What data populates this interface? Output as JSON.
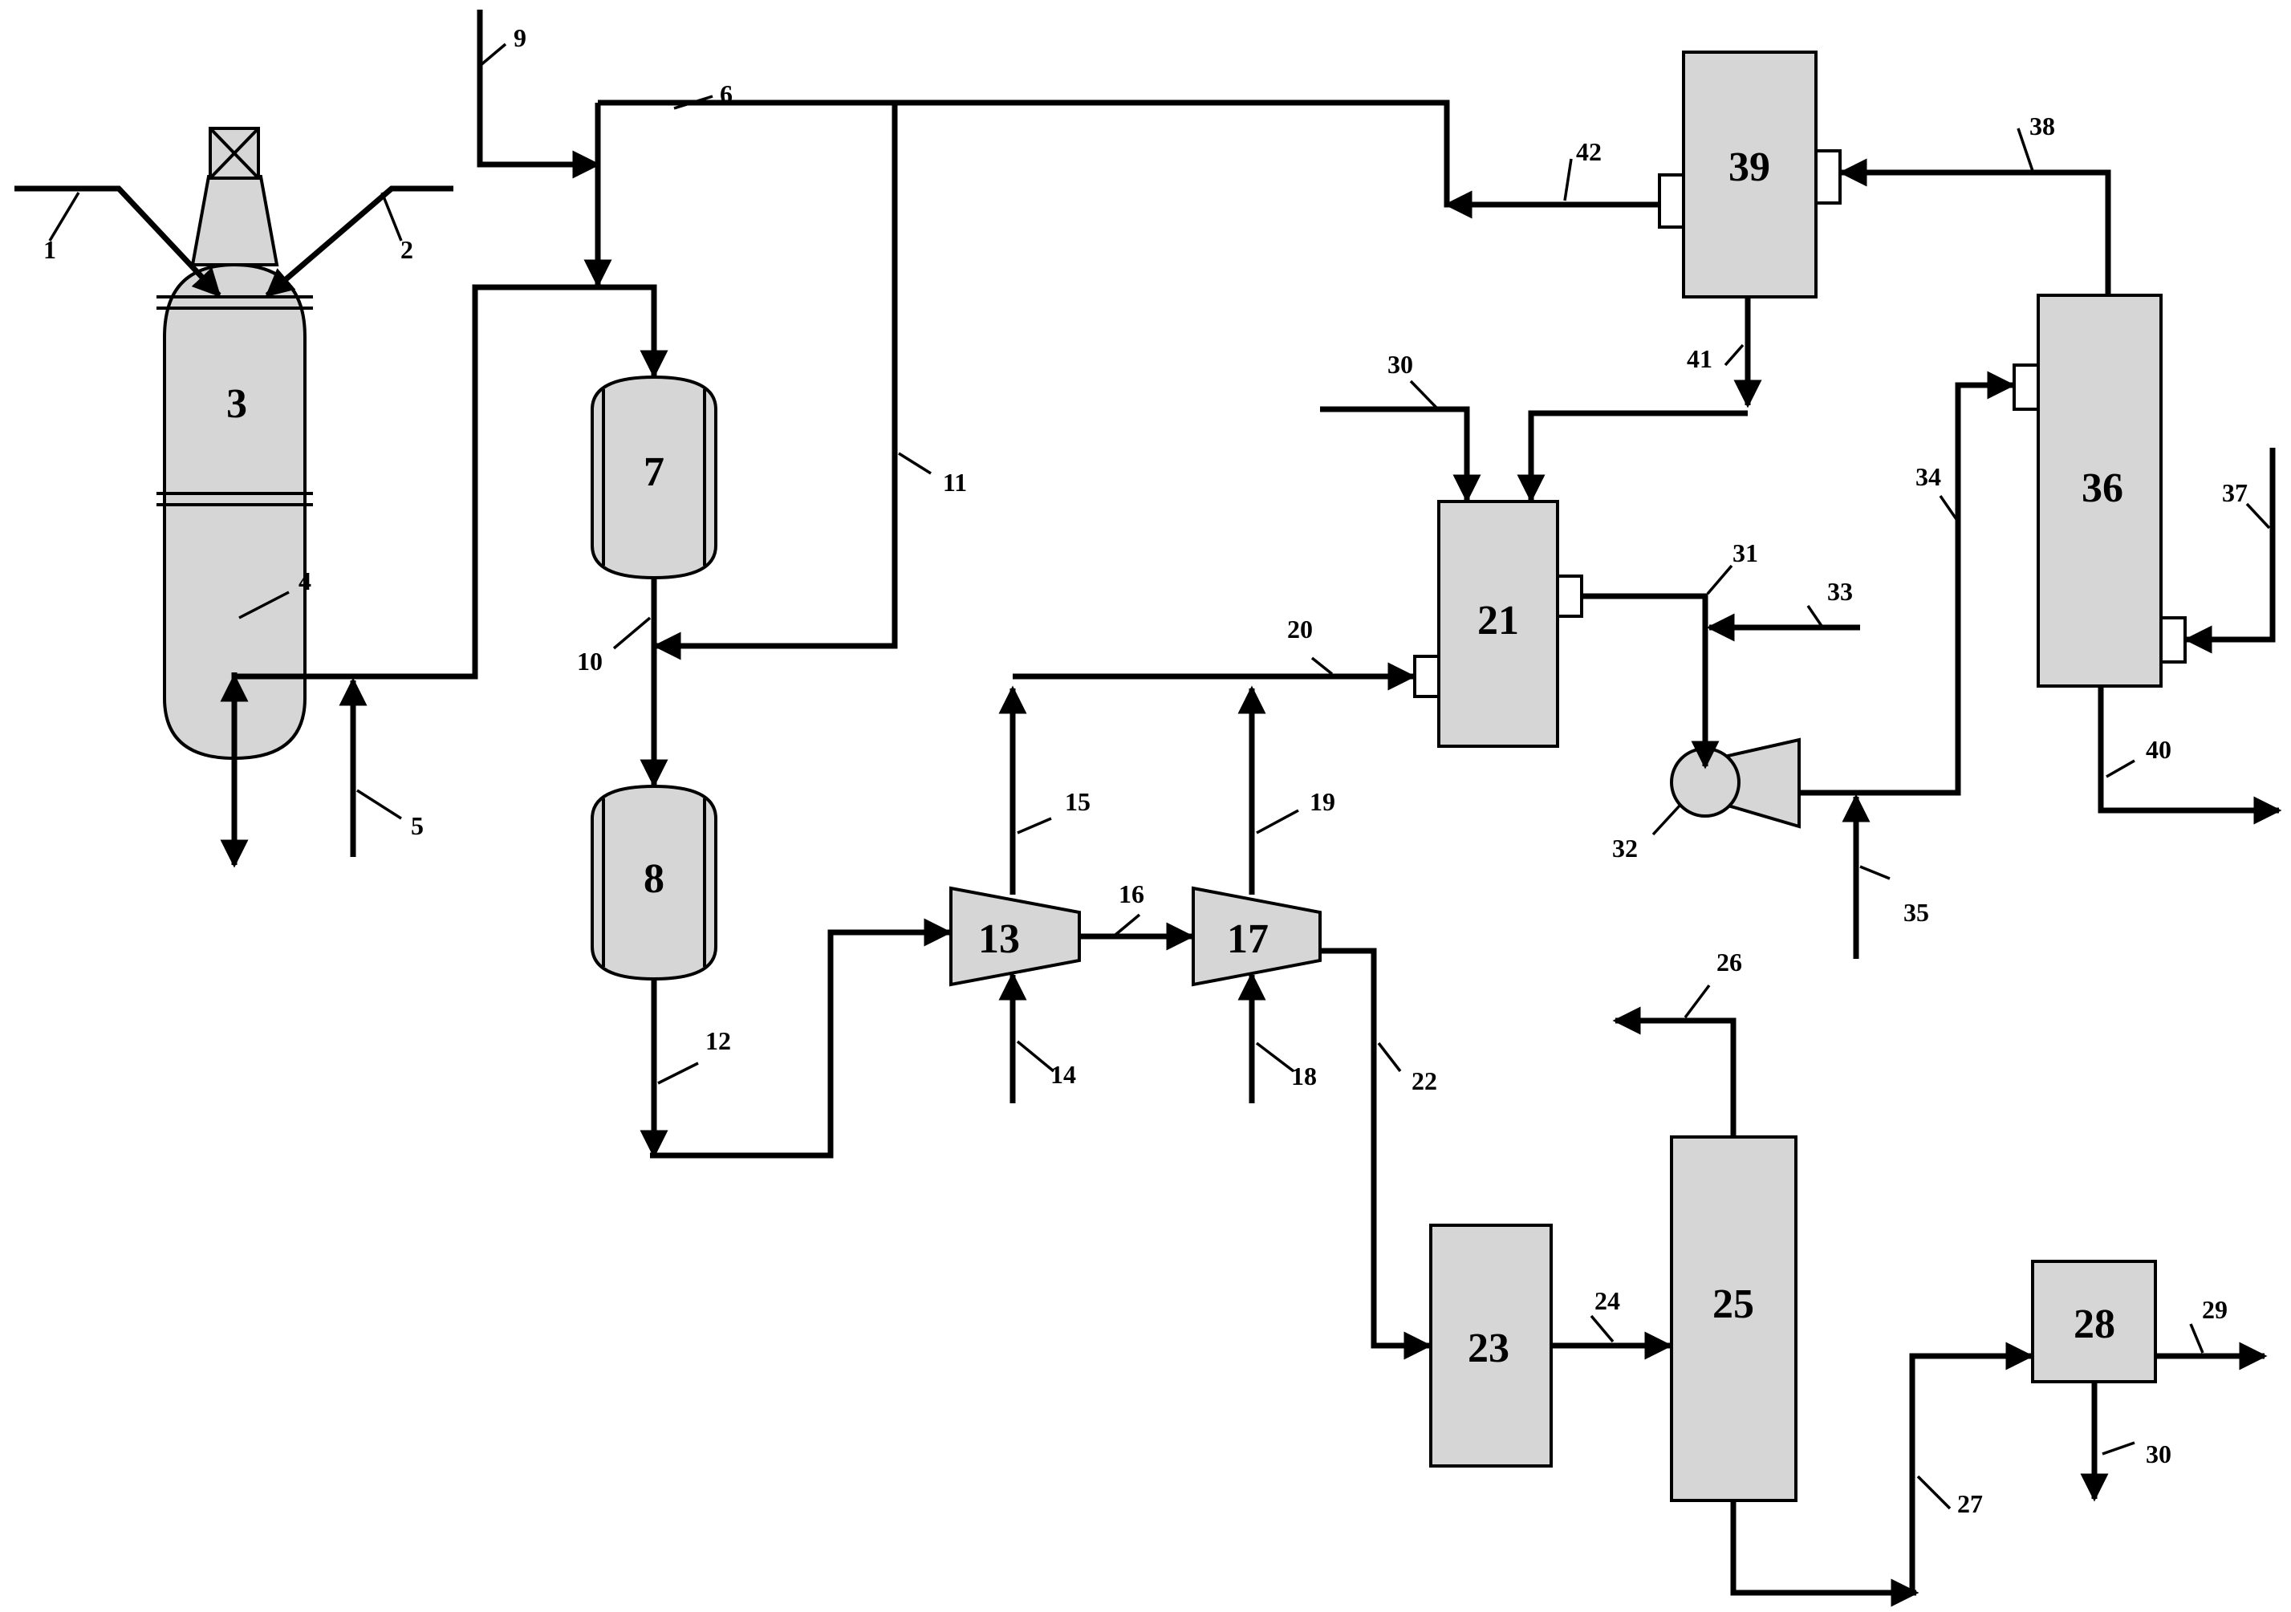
{
  "equipment": {
    "e3": "3",
    "e7": "7",
    "e8": "8",
    "e13": "13",
    "e17": "17",
    "e21": "21",
    "e23": "23",
    "e25": "25",
    "e28": "28",
    "e32": "32",
    "e36": "36",
    "e39": "39"
  },
  "streams": {
    "s1": "1",
    "s2": "2",
    "s4": "4",
    "s5": "5",
    "s6": "6",
    "s9": "9",
    "s10": "10",
    "s11": "11",
    "s12": "12",
    "s14": "14",
    "s15": "15",
    "s16": "16",
    "s18": "18",
    "s19": "19",
    "s20": "20",
    "s22": "22",
    "s24": "24",
    "s26": "26",
    "s27": "27",
    "s29": "29",
    "s30a": "30",
    "s30b": "30",
    "s31": "31",
    "s33": "33",
    "s34": "34",
    "s35": "35",
    "s37": "37",
    "s38": "38",
    "s40": "40",
    "s41": "41",
    "s42": "42"
  }
}
